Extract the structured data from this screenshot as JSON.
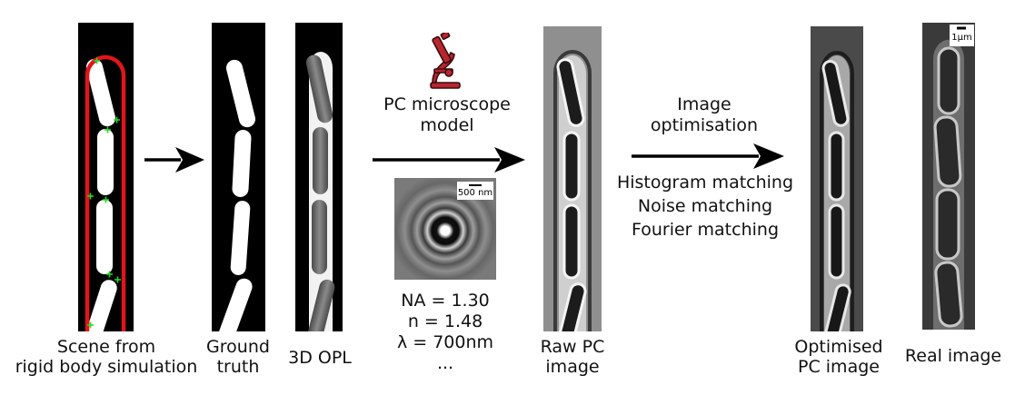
{
  "captions": {
    "scene_line1": "Scene from",
    "scene_line2": "rigid body simulation",
    "ground_line1": "Ground",
    "ground_line2": "truth",
    "opl": "3D OPL",
    "raw_line1": "Raw PC",
    "raw_line2": "image",
    "optimised_line1": "Optimised",
    "optimised_line2": "PC image",
    "real": "Real image"
  },
  "microscope": {
    "line1": "PC microscope",
    "line2": "model",
    "icon": "microscope-icon"
  },
  "psf": {
    "scalebar": "500 nm"
  },
  "parameters": {
    "na": "NA = 1.30",
    "n": "n = 1.48",
    "lambda": "λ = 700nm",
    "more": "..."
  },
  "optimisation": {
    "line1": "Image",
    "line2": "optimisation",
    "step1": "Histogram matching",
    "step2": "Noise matching",
    "step3": "Fourier matching"
  },
  "real_scalebar": "1µm",
  "colors": {
    "trench": "#e0151b",
    "marker": "#22dd22",
    "microscope": "#c0392b"
  }
}
